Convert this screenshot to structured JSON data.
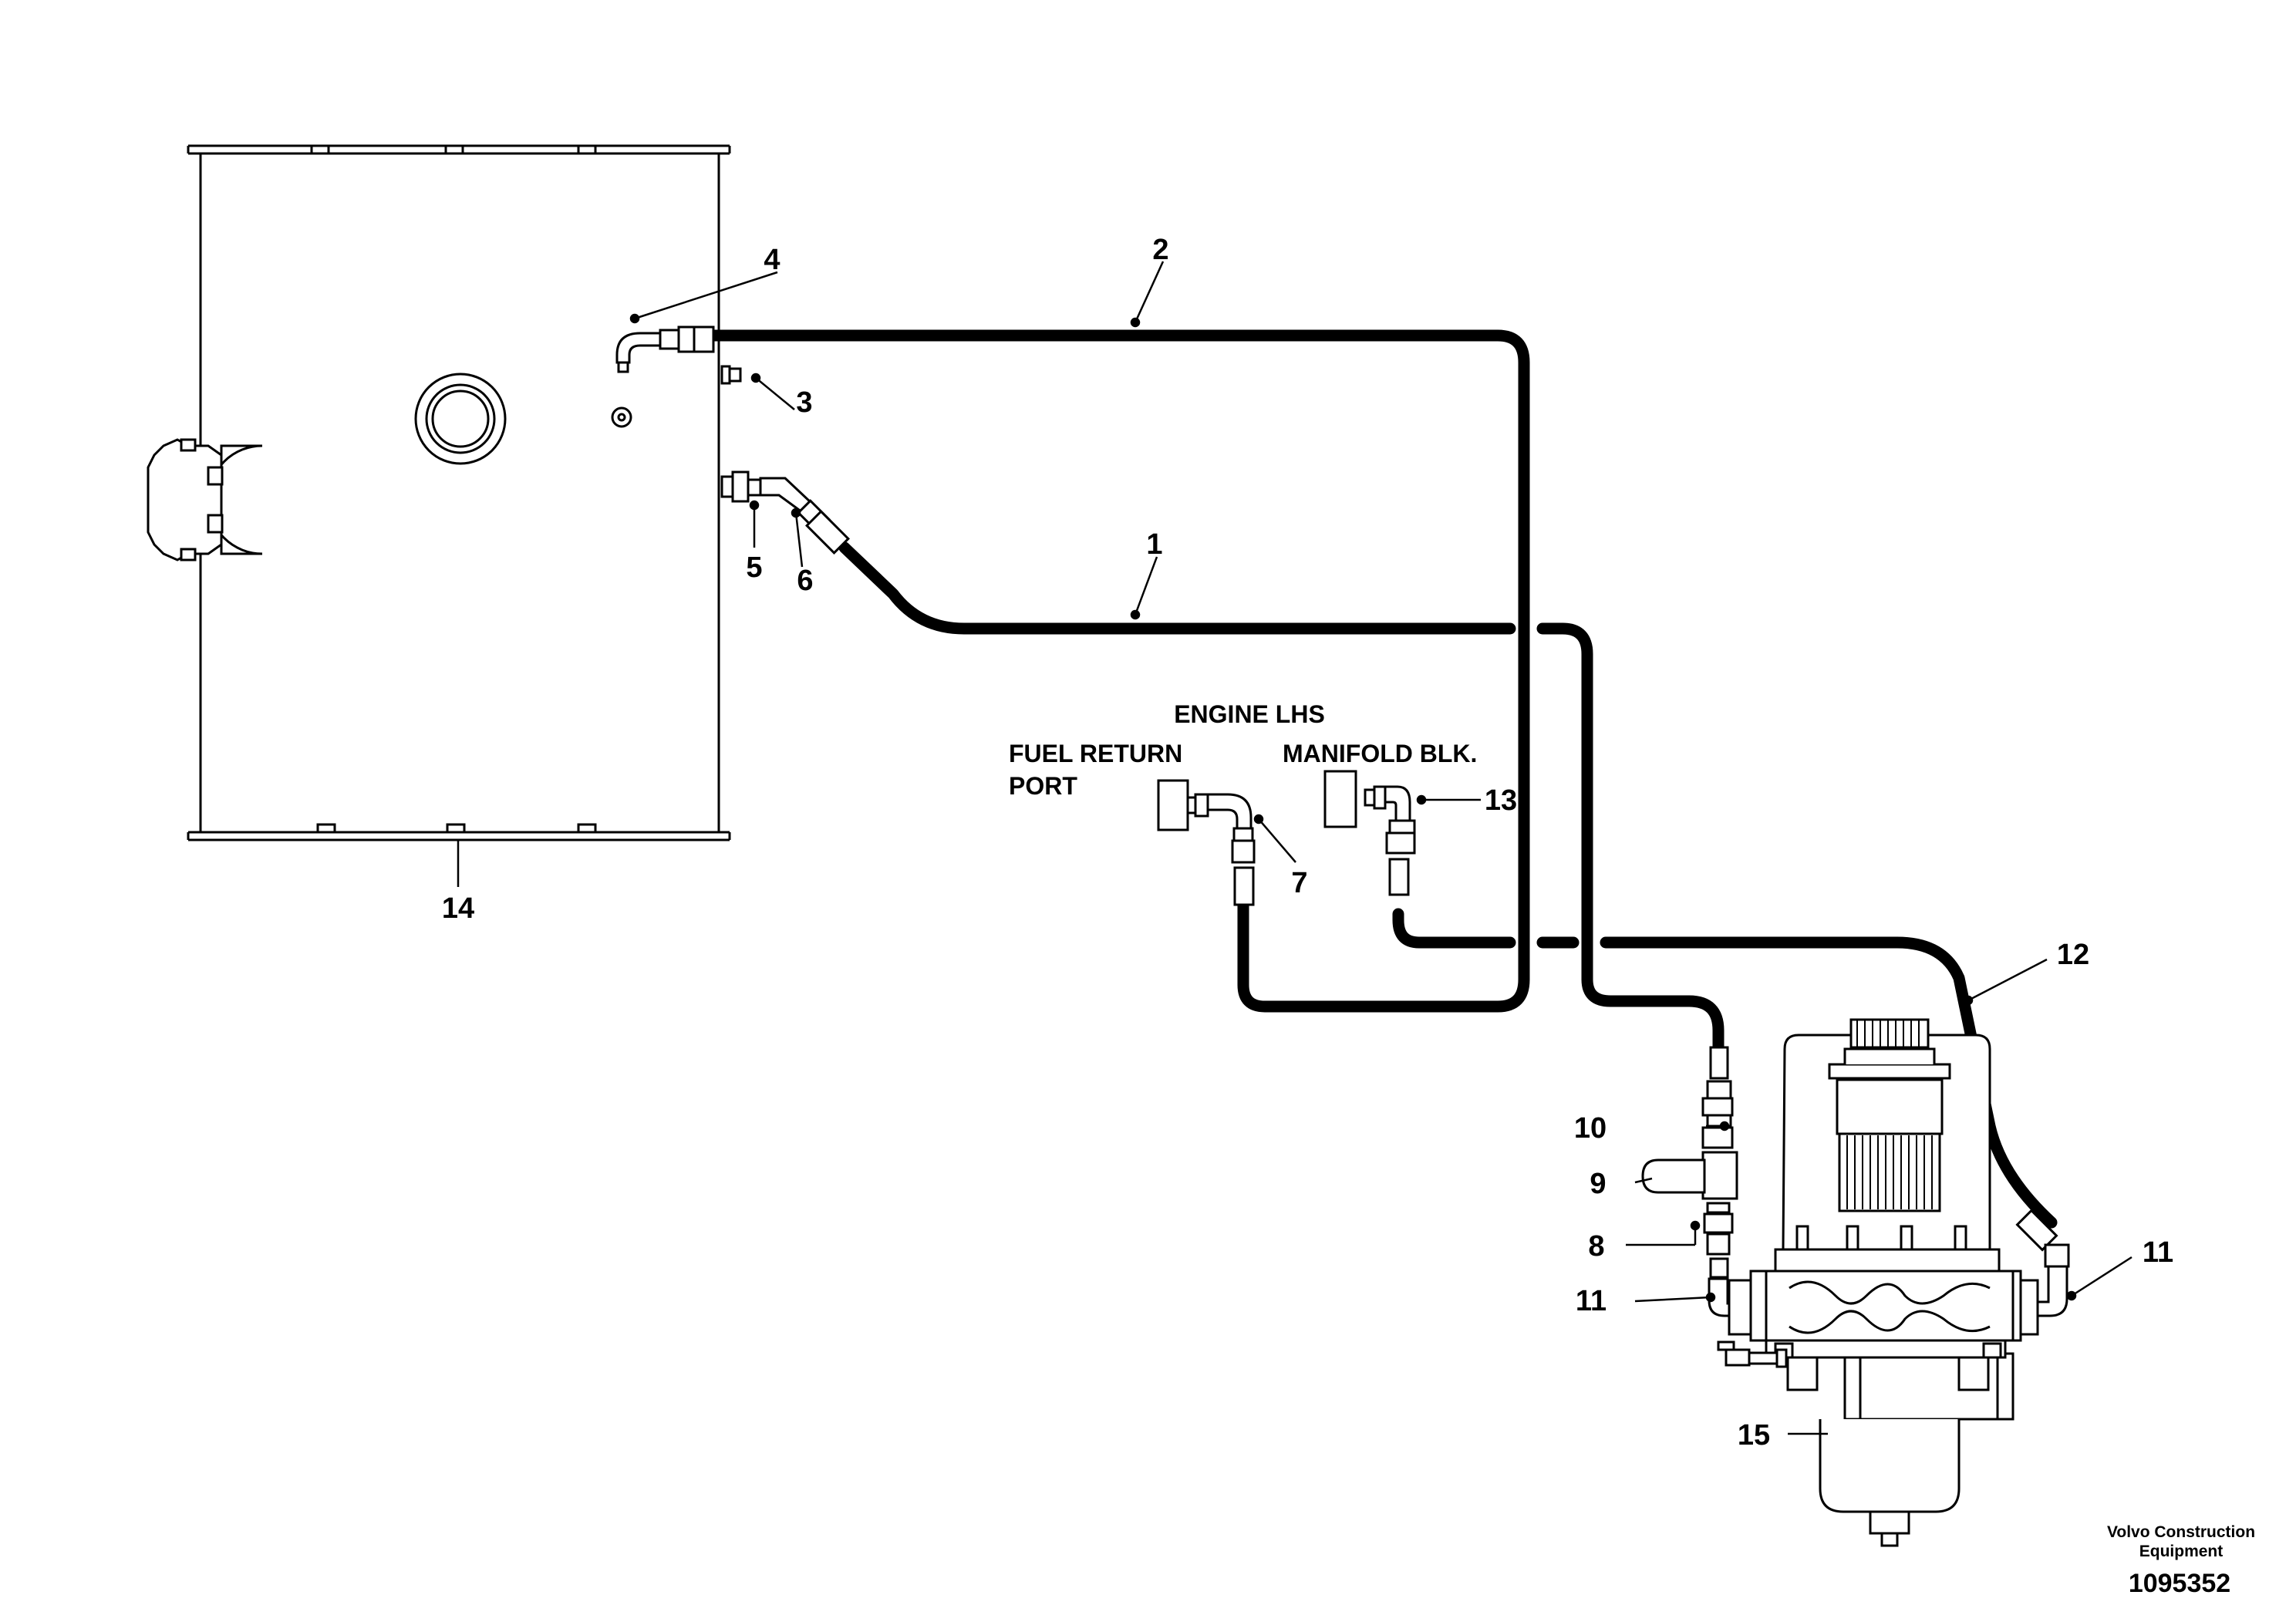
{
  "diagram": {
    "callouts": {
      "c1": "1",
      "c2": "2",
      "c3": "3",
      "c4": "4",
      "c5": "5",
      "c6": "6",
      "c7": "7",
      "c8": "8",
      "c9": "9",
      "c10": "10",
      "c11a": "11",
      "c11b": "11",
      "c12": "12",
      "c13": "13",
      "c14": "14",
      "c15": "15"
    },
    "labels": {
      "engine_lhs": "ENGINE LHS",
      "fuel_return_line1": "FUEL RETURN",
      "fuel_return_line2": "PORT",
      "manifold_blk": "MANIFOLD BLK."
    },
    "footer": {
      "company_line1": "Volvo Construction",
      "company_line2": "Equipment",
      "document_number": "1095352"
    }
  }
}
